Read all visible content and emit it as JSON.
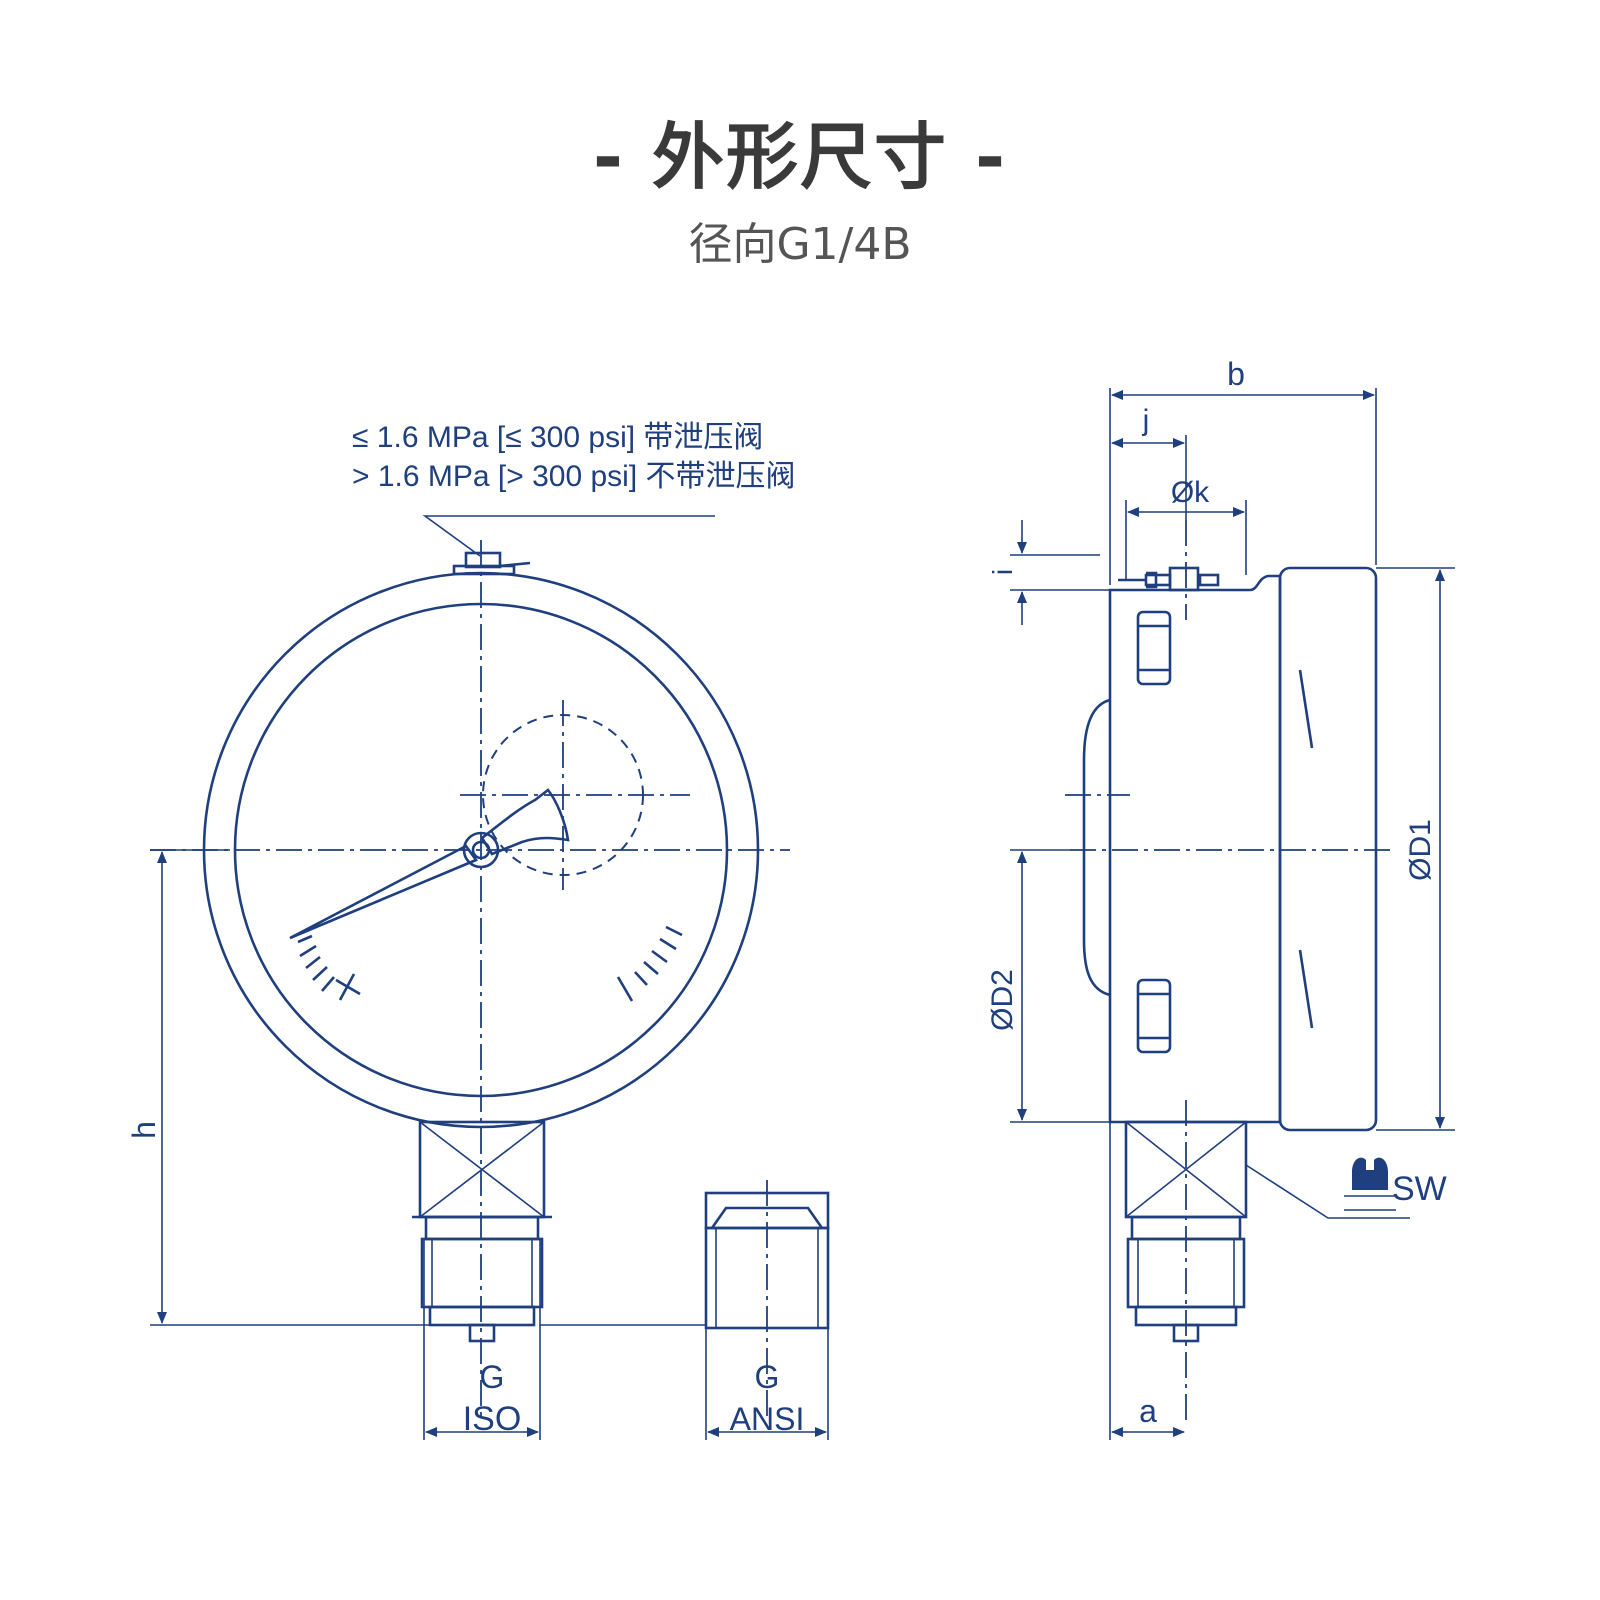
{
  "header": {
    "title": "- 外形尺寸 -",
    "subtitle": "径向G1/4B"
  },
  "notes": {
    "line1": "≤ 1.6 MPa [≤ 300 psi] 带泄压阀",
    "line2": "> 1.6 MPa [> 300 psi] 不带泄压阀"
  },
  "labels": {
    "h": "h",
    "g_iso_g": "G",
    "g_iso": "ISO",
    "g_ansi_g": "G",
    "g_ansi": "ANSI",
    "b": "b",
    "j": "j",
    "k": "Øk",
    "i": "i",
    "d1": "ØD1",
    "d2": "ØD2",
    "sw": "SW",
    "a": "a"
  },
  "colors": {
    "line": "#1f3f7e",
    "title": "#3a3a3a",
    "subtitle": "#555555"
  }
}
